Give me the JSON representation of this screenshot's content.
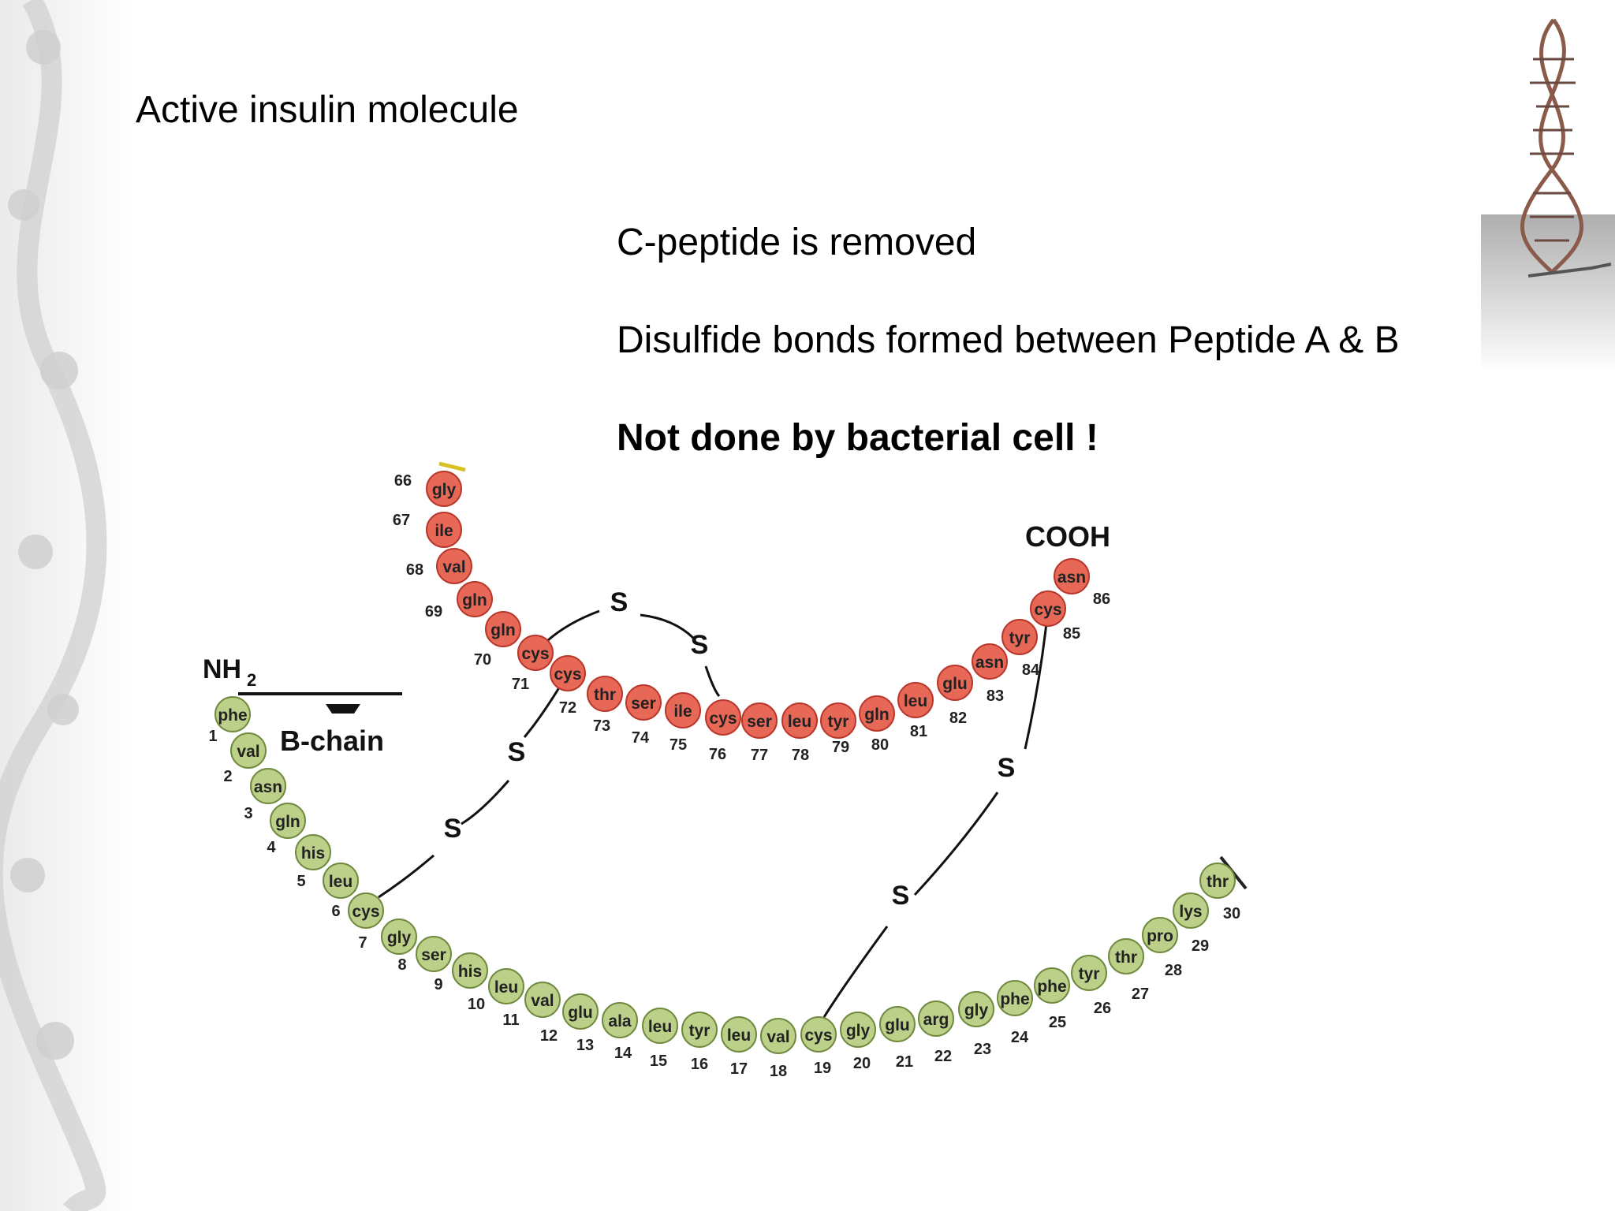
{
  "slide": {
    "title": "Active insulin molecule",
    "bullets": [
      {
        "text": "C-peptide is removed",
        "bold": false
      },
      {
        "text": "Disulfide bonds formed between Peptide A & B",
        "bold": false
      },
      {
        "text": "Not done by bacterial cell !",
        "bold": true
      }
    ]
  },
  "diagram": {
    "b_chain": {
      "label": "B-chain",
      "n_terminus": "NH",
      "n_terminus_subscript": "2",
      "residues": [
        {
          "num": "1",
          "name": "phe"
        },
        {
          "num": "2",
          "name": "val"
        },
        {
          "num": "3",
          "name": "asn"
        },
        {
          "num": "4",
          "name": "gln"
        },
        {
          "num": "5",
          "name": "his"
        },
        {
          "num": "6",
          "name": "leu"
        },
        {
          "num": "7",
          "name": "cys"
        },
        {
          "num": "8",
          "name": "gly"
        },
        {
          "num": "9",
          "name": "ser"
        },
        {
          "num": "10",
          "name": "his"
        },
        {
          "num": "11",
          "name": "leu"
        },
        {
          "num": "12",
          "name": "val"
        },
        {
          "num": "13",
          "name": "glu"
        },
        {
          "num": "14",
          "name": "ala"
        },
        {
          "num": "15",
          "name": "leu"
        },
        {
          "num": "16",
          "name": "tyr"
        },
        {
          "num": "17",
          "name": "leu"
        },
        {
          "num": "18",
          "name": "val"
        },
        {
          "num": "19",
          "name": "cys"
        },
        {
          "num": "20",
          "name": "gly"
        },
        {
          "num": "21",
          "name": "glu"
        },
        {
          "num": "22",
          "name": "arg"
        },
        {
          "num": "23",
          "name": "gly"
        },
        {
          "num": "24",
          "name": "phe"
        },
        {
          "num": "25",
          "name": "phe"
        },
        {
          "num": "26",
          "name": "tyr"
        },
        {
          "num": "27",
          "name": "thr"
        },
        {
          "num": "28",
          "name": "pro"
        },
        {
          "num": "29",
          "name": "lys"
        },
        {
          "num": "30",
          "name": "thr"
        }
      ]
    },
    "a_chain": {
      "c_terminus": "COOH",
      "residues": [
        {
          "num": "66",
          "name": "gly"
        },
        {
          "num": "67",
          "name": "ile"
        },
        {
          "num": "68",
          "name": "val"
        },
        {
          "num": "69",
          "name": "gln"
        },
        {
          "num": "70",
          "name": "gln"
        },
        {
          "num": "71",
          "name": "cys"
        },
        {
          "num": "72",
          "name": "cys"
        },
        {
          "num": "73",
          "name": "thr"
        },
        {
          "num": "74",
          "name": "ser"
        },
        {
          "num": "75",
          "name": "ile"
        },
        {
          "num": "76",
          "name": "cys"
        },
        {
          "num": "77",
          "name": "ser"
        },
        {
          "num": "78",
          "name": "leu"
        },
        {
          "num": "79",
          "name": "tyr"
        },
        {
          "num": "80",
          "name": "gln"
        },
        {
          "num": "81",
          "name": "leu"
        },
        {
          "num": "82",
          "name": "glu"
        },
        {
          "num": "83",
          "name": "asn"
        },
        {
          "num": "84",
          "name": "tyr"
        },
        {
          "num": "85",
          "name": "cys"
        },
        {
          "num": "86",
          "name": "asn"
        }
      ]
    },
    "disulfide_bonds": [
      {
        "from": "71",
        "to": "76",
        "atoms": [
          "S",
          "S"
        ]
      },
      {
        "from": "72",
        "to": "7",
        "atoms": [
          "S",
          "S"
        ]
      },
      {
        "from": "85",
        "to": "19",
        "atoms": [
          "S",
          "S"
        ]
      }
    ],
    "colors": {
      "a_chain_fill": "#e86858",
      "a_chain_stroke": "#b8362a",
      "b_chain_fill": "#bcd08a",
      "b_chain_stroke": "#6f8a3e"
    }
  }
}
